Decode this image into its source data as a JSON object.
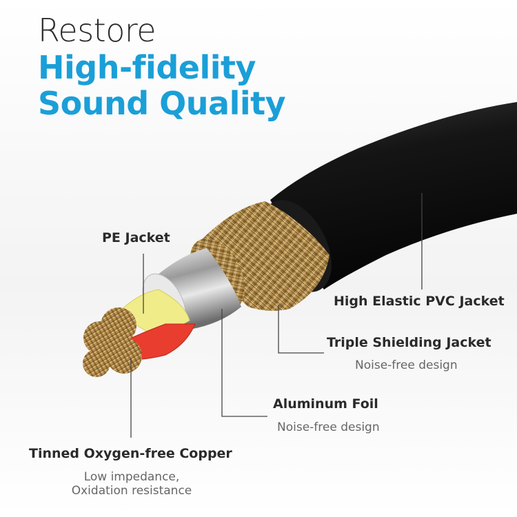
{
  "headline": {
    "line1": "Restore",
    "line2": "High-fidelity",
    "line3": "Sound Quality",
    "accent_color": "#1a9fd8"
  },
  "callouts": {
    "pe_jacket": {
      "label": "PE Jacket"
    },
    "pvc_jacket": {
      "label": "High Elastic PVC Jacket"
    },
    "shielding": {
      "label": "Triple Shielding Jacket",
      "note": "Noise-free design"
    },
    "foil": {
      "label": "Aluminum Foil",
      "note": "Noise-free design"
    },
    "copper": {
      "label": "Tinned Oxygen-free Copper",
      "note_line1": "Low impedance,",
      "note_line2": "Oxidation resistance"
    }
  }
}
